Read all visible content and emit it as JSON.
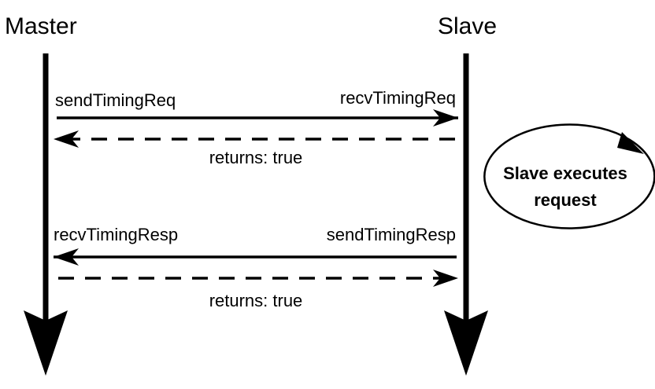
{
  "lifelines": {
    "left": {
      "label": "Master"
    },
    "right": {
      "label": "Slave"
    }
  },
  "messages": [
    {
      "id": "send-timing-req",
      "left_label": "sendTimingReq",
      "right_label": "recvTimingReq",
      "direction": "right",
      "style": "solid"
    },
    {
      "id": "req-return",
      "label": "returns: true",
      "direction": "left",
      "style": "dashed"
    },
    {
      "id": "recv-timing-resp",
      "left_label": "recvTimingResp",
      "right_label": "sendTimingResp",
      "direction": "left",
      "style": "solid"
    },
    {
      "id": "resp-return",
      "label": "returns: true",
      "direction": "right",
      "style": "dashed"
    }
  ],
  "note": {
    "lines": [
      "Slave executes",
      "request"
    ]
  },
  "colors": {
    "ink": "#000000",
    "background": "#ffffff"
  }
}
